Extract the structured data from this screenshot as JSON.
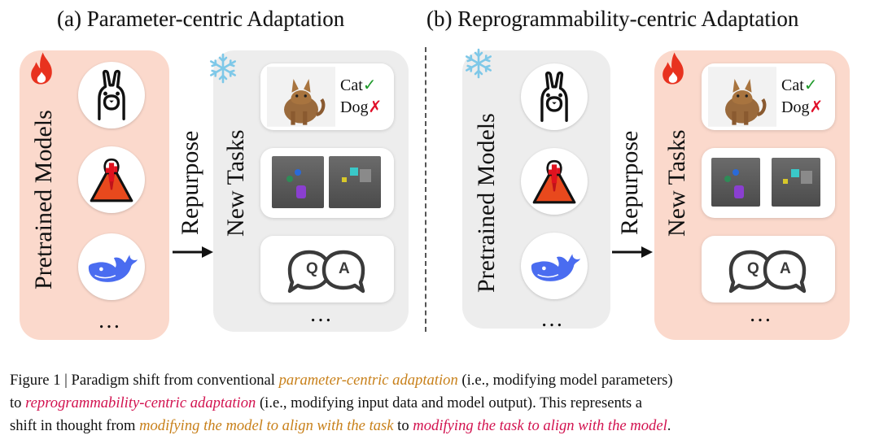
{
  "left": {
    "title": "(a) Parameter-centric Adaptation",
    "models_label": "Pretrained Models",
    "arrow_label": "Repurpose",
    "tasks_label": "New Tasks",
    "cat_label": "Cat",
    "dog_label": "Dog",
    "check": "✓",
    "cross": "✗",
    "qa_q": "Q",
    "qa_a": "A",
    "dots": "…"
  },
  "right": {
    "title": "(b) Reprogrammability-centric Adaptation",
    "models_label": "Pretrained Models",
    "arrow_label": "Repurpose",
    "tasks_label": "New Tasks",
    "cat_label": "Cat",
    "dog_label": "Dog",
    "check": "✓",
    "cross": "✗",
    "qa_q": "Q",
    "qa_a": "A",
    "dots": "…"
  },
  "caption": {
    "line1_a": "Figure 1 | Paradigm shift from conventional ",
    "line1_hl": "parameter-centric adaptation",
    "line1_b": " (i.e., modifying model parameters)",
    "line2_a": "to ",
    "line2_hl": "reprogrammability-centric adaptation",
    "line2_b": " (i.e., modifying input data and model output). This represents a",
    "line3_a": "shift in thought from ",
    "line3_hl1": "modifying the model to align with the task",
    "line3_b": " to ",
    "line3_hl2": "modifying the task to align with the model",
    "line3_c": "."
  },
  "colors": {
    "trainable_panel": "#fbd9cc",
    "frozen_panel": "#ededed",
    "orange_highlight": "#c8801a",
    "red_highlight": "#d2124f",
    "flame": "#e8321f",
    "snowflake": "#7ec8e8",
    "whale": "#4a6cf0"
  }
}
